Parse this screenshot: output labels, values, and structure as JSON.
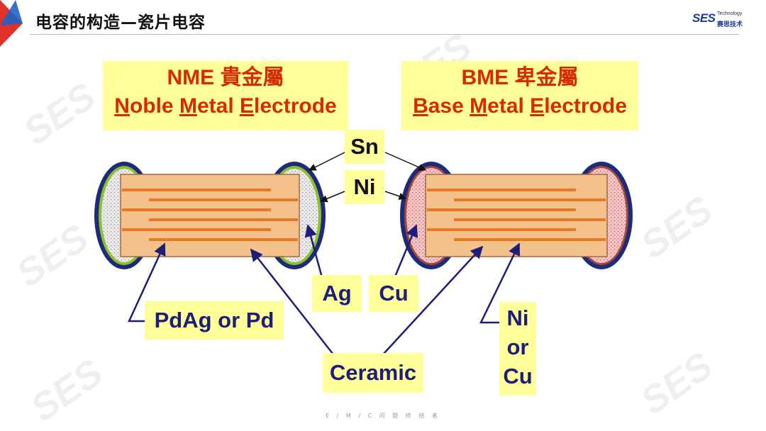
{
  "title": "电容的构造—瓷片电容",
  "logo": {
    "main": "SES",
    "sub": "Technology",
    "cn": "赛思技术"
  },
  "nme": {
    "line1": "NME 貴金屬",
    "line2": [
      "N",
      "oble ",
      "M",
      "etal ",
      "E",
      "lectrode"
    ]
  },
  "bme": {
    "line1": "BME 卑金屬",
    "line2": [
      "B",
      "ase ",
      "M",
      "etal ",
      "E",
      "lectrode"
    ]
  },
  "labels": {
    "sn": "Sn",
    "ni": "Ni",
    "ag": "Ag",
    "cu": "Cu",
    "pdag": "PdAg or Pd",
    "ceramic": "Ceramic",
    "ni_or_cu": [
      "Ni",
      "or",
      "Cu"
    ]
  },
  "footer": "E / M / C 问 题 终 结 者",
  "watermark": "SES",
  "colors": {
    "header_text": "#d82a00",
    "label_text": "#1d1d7a",
    "label_bg": "#ffff99",
    "ceramic": "#f5c18a",
    "electrode": "#e37a2a",
    "outer_layer": "#1e2a7a",
    "ni_layer": "#8cbf2a",
    "cu_fill": "#f4c8c8"
  }
}
